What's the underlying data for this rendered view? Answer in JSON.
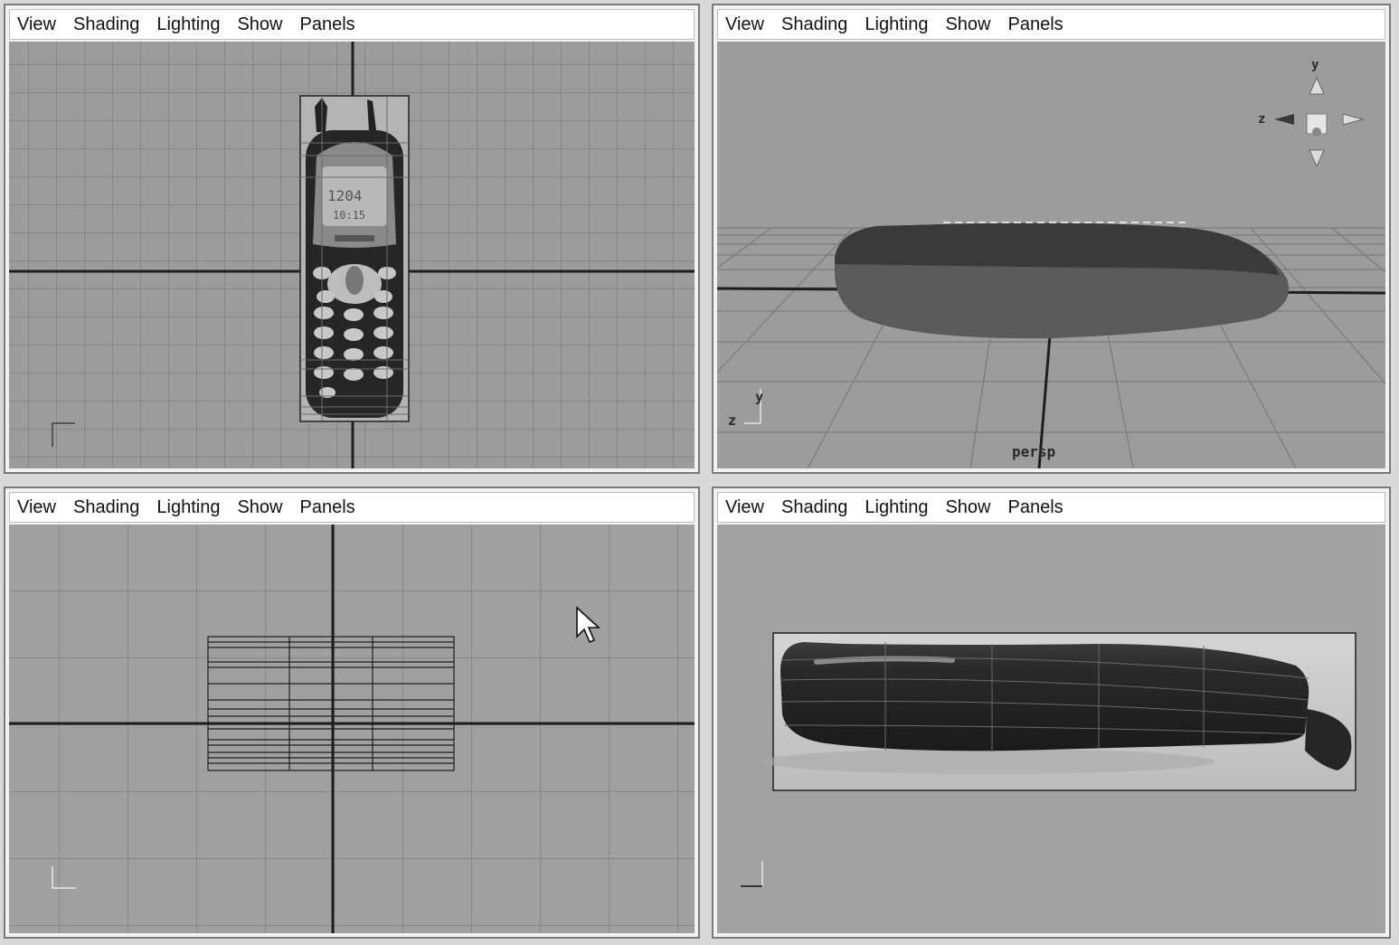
{
  "menus": {
    "view": "View",
    "shading": "Shading",
    "lighting": "Lighting",
    "show": "Show",
    "panels": "Panels"
  },
  "panes": {
    "top": {
      "image_plane": "phone-front-reference-image"
    },
    "persp": {
      "camera_label": "persp",
      "axis_y": "y",
      "axis_z": "z",
      "cube_y": "y",
      "cube_z": "z"
    },
    "front": {
      "object": "phone-mesh-wireframe"
    },
    "side": {
      "image_plane": "phone-side-reference-image"
    }
  },
  "colors": {
    "viewport_bg": "#9c9c9c",
    "grid_line": "#7e7e7e",
    "axis_line": "#1e1e1e",
    "menubar_bg": "#ffffff"
  }
}
